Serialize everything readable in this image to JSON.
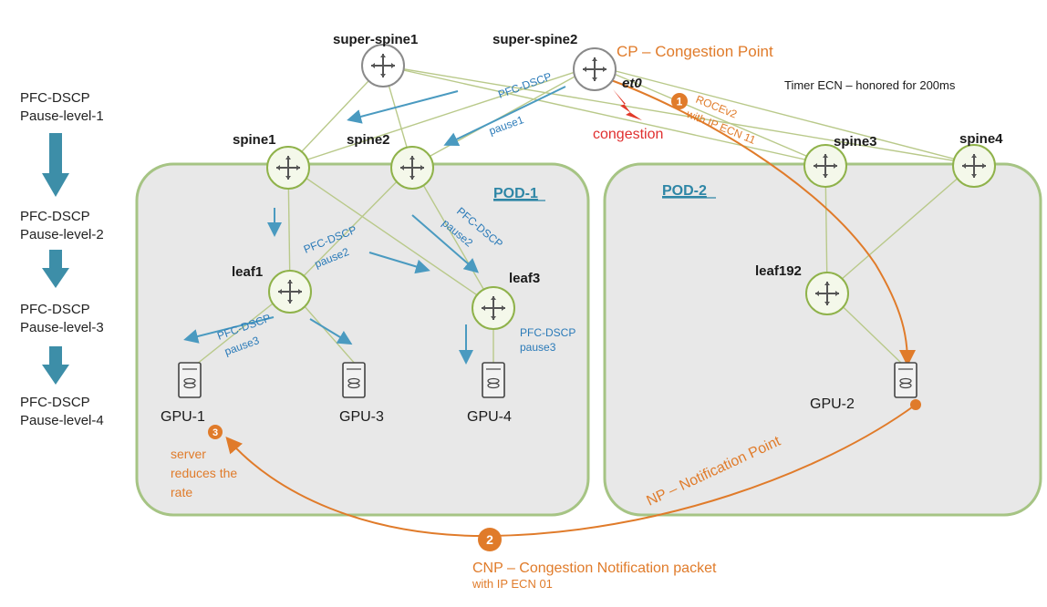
{
  "legend": [
    {
      "line1": "PFC-DSCP",
      "line2": "Pause-level-1"
    },
    {
      "line1": "PFC-DSCP",
      "line2": "Pause-level-2"
    },
    {
      "line1": "PFC-DSCP",
      "line2": "Pause-level-3"
    },
    {
      "line1": "PFC-DSCP",
      "line2": "Pause-level-4"
    }
  ],
  "nodes": {
    "super_spine1": "super-spine1",
    "super_spine2": "super-spine2",
    "spine1": "spine1",
    "spine2": "spine2",
    "spine3": "spine3",
    "spine4": "spine4",
    "leaf1": "leaf1",
    "leaf3": "leaf3",
    "leaf192": "leaf192",
    "gpu1": "GPU-1",
    "gpu2": "GPU-2",
    "gpu3": "GPU-3",
    "gpu4": "GPU-4"
  },
  "pods": {
    "pod1": "POD-1",
    "pod2": "POD-2"
  },
  "annotations": {
    "cp": "CP – Congestion Point",
    "timer": "Timer ECN – honored for 200ms",
    "et0": "et0",
    "congestion": "congestion",
    "rocev2_line1": "ROCEv2",
    "rocev2_line2": "with IP ECN 11",
    "np": "NP – Notification Point",
    "cnp_line1": "CNP – Congestion Notification packet",
    "cnp_line2": "with IP ECN 01",
    "server_line1": "server",
    "server_line2": "reduces the",
    "server_line3": "rate",
    "step1": "1",
    "step2": "2",
    "step3": "3"
  },
  "pfc_labels": {
    "pause1_a": "PFC-DSCP",
    "pause1_b": "pause1",
    "pause2_left_a": "PFC-DSCP",
    "pause2_left_b": "pause2",
    "pause2_right_a": "PFC-DSCP",
    "pause2_right_b": "pause2",
    "pause3_left_a": "PFC-DSCP",
    "pause3_left_b": "pause3",
    "pause3_right_a": "PFC-DSCP",
    "pause3_right_b": "pause3"
  },
  "colors": {
    "router_green": "#8fb24a",
    "router_gray": "#8a8a8a",
    "pfc_blue": "#2a7ab8",
    "orange": "#e07b2a",
    "pod_fill": "#e8e8e8",
    "pod_border": "#9fbf7a",
    "legend_arrow": "#3d8ea8",
    "link": "#b9c98a"
  }
}
